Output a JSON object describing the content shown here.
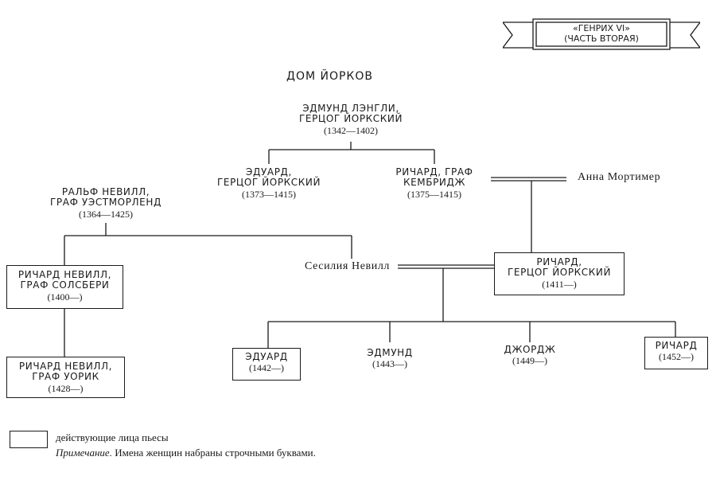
{
  "banner": {
    "line1": "«ГЕНРИХ VI»",
    "line2": "(ЧАСТЬ ВТОРАЯ)"
  },
  "title": "ДОМ ЙОРКОВ",
  "people": {
    "edmund_langley": {
      "name1": "ЭДМУНД ЛЭНГЛИ,",
      "name2": "ГЕРЦОГ ЙОРКСКИЙ",
      "years": "(1342—1402)"
    },
    "edward_york": {
      "name1": "ЭДУАРД,",
      "name2": "ГЕРЦОГ ЙОРКСКИЙ",
      "years": "(1373—1415)"
    },
    "richard_cambridge": {
      "name1": "РИЧАРД, ГРАФ",
      "name2": "КЕМБРИДЖ",
      "years": "(1375—1415)"
    },
    "ralph_neville": {
      "name1": "РАЛЬФ НЕВИЛЛ,",
      "name2": "ГРАФ УЭСТМОРЛЕНД",
      "years": "(1364—1425)"
    },
    "richard_salisbury": {
      "name1": "РИЧАРД НЕВИЛЛ,",
      "name2": "ГРАФ СОЛСБЕРИ",
      "years": "(1400—)"
    },
    "richard_warwick": {
      "name1": "РИЧАРД НЕВИЛЛ,",
      "name2": "ГРАФ УОРИК",
      "years": "(1428—)"
    },
    "richard_york": {
      "name1": "РИЧАРД,",
      "name2": "ГЕРЦОГ ЙОРКСКИЙ",
      "years": "(1411—)"
    },
    "edward_child": {
      "name1": "ЭДУАРД",
      "years": "(1442—)"
    },
    "edmund_child": {
      "name1": "ЭДМУНД",
      "years": "(1443—)"
    },
    "george_child": {
      "name1": "ДЖОРДЖ",
      "years": "(1449—)"
    },
    "richard_child": {
      "name1": "РИЧАРД",
      "years": "(1452—)"
    }
  },
  "women": {
    "anne_mortimer": "Анна Мортимер",
    "cecily_neville": "Сесилия Невилл"
  },
  "legend": {
    "label": "действующие лица пьесы"
  },
  "note": {
    "prefix": "Примечание.",
    "text": " Имена женщин набраны строчными буквами."
  }
}
